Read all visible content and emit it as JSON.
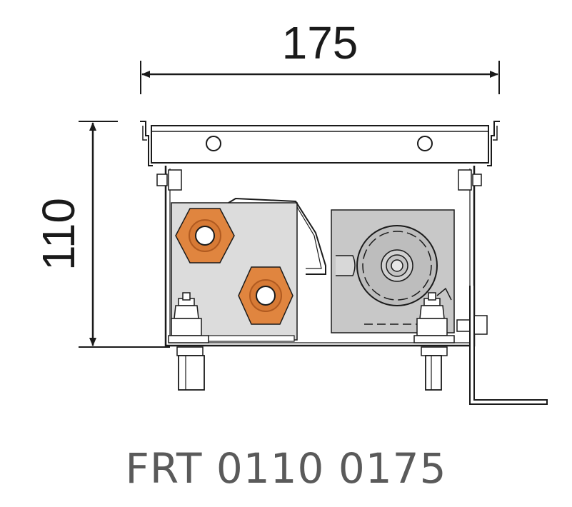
{
  "dimensions": {
    "width_value": "175",
    "height_value": "110"
  },
  "caption": "FRT 0110 0175",
  "colors": {
    "stroke": "#1a1a1a",
    "copper_fill": "#e0853f",
    "copper_stroke": "#b05a20",
    "light_panel": "#dcdcdc",
    "fan_panel": "#c8c8c8",
    "caption_color": "#5a5a5a"
  },
  "icons": [
    "copper-fitting-upper-icon",
    "copper-fitting-lower-icon",
    "fan-icon",
    "leveling-foot-left-icon",
    "leveling-foot-right-icon"
  ]
}
